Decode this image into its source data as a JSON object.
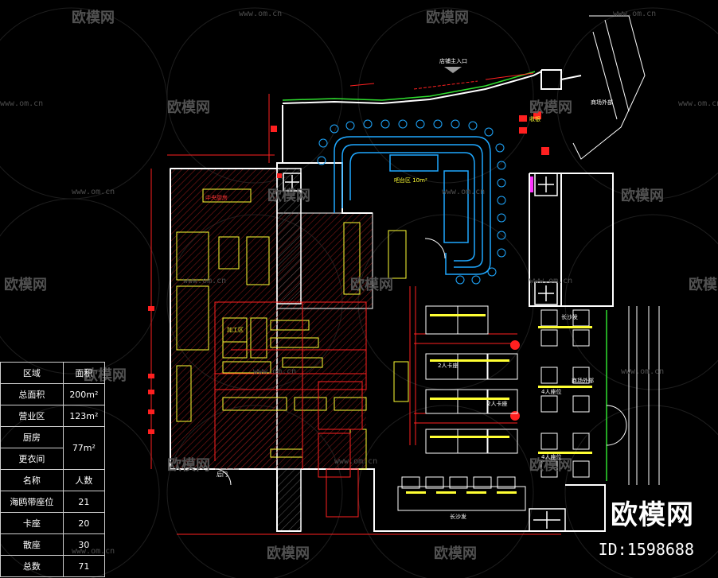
{
  "watermarks": {
    "brand_text": "欧模网",
    "url_text": "www.om.cn"
  },
  "brand": {
    "name": "欧模网",
    "id_text": "ID:1598688"
  },
  "legend_table": {
    "rows": [
      {
        "c1": "区域",
        "c2": "面积"
      },
      {
        "c1": "总面积",
        "c2": "200m²"
      },
      {
        "c1": "营业区",
        "c2": "123m²"
      },
      {
        "c1": "厨房",
        "c2": "77m²"
      },
      {
        "c1": "更衣间",
        "c2": ""
      },
      {
        "c1": "名称",
        "c2": "人数"
      },
      {
        "c1": "海鸥带座位",
        "c2": "21"
      },
      {
        "c1": "卡座",
        "c2": "20"
      },
      {
        "c1": "散座",
        "c2": "30"
      },
      {
        "c1": "总数",
        "c2": "71"
      }
    ]
  },
  "plan_labels": {
    "main_entrance": "店铺主入口",
    "mall_outside_1": "商场外部",
    "mall_outside_2": "商场外部",
    "back_door": "后门",
    "bar_area": "吧台区 10m²",
    "sofa_1": "长沙发",
    "sofa_2": "长沙发",
    "dining_4a": "4人座位",
    "dining_4b": "4人座位",
    "dining_2a": "2人卡座",
    "dining_2b": "2人卡座",
    "kitchen_main": "中央厨房",
    "kitchen_prep": "加工区",
    "cashier": "收银"
  },
  "colors": {
    "wall_white": "#ffffff",
    "dim_red": "#ff2020",
    "furniture_yellow": "#ffff33",
    "belt_cyan": "#1fa8ff",
    "column_grey": "#8a8a8a",
    "hatch_red": "#b01a1a",
    "green": "#2fe02f",
    "magenta": "#ff33ff"
  }
}
